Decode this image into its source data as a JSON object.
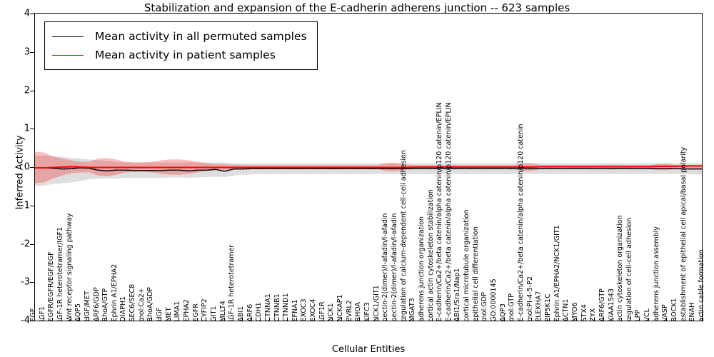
{
  "chart_data": {
    "type": "line",
    "title": "Stabilization and expansion of the E-cadherin adherens junction -- 623 samples",
    "xlabel": "Cellular Entities",
    "ylabel": "Inferred Activity",
    "ylim": [
      -4,
      4
    ],
    "yticks": [
      -4,
      -3,
      -2,
      -1,
      0,
      1,
      2,
      3,
      4
    ],
    "ytick_labels": [
      "-4",
      "-3",
      "-2",
      "-1",
      "0",
      "1",
      "2",
      "3",
      "4"
    ],
    "grid": false,
    "legend_position": "upper left",
    "sample_count": 623,
    "legend": [
      {
        "label": "Mean activity in all permuted samples",
        "color": "#000000"
      },
      {
        "label": "Mean activity in patient samples",
        "color": "#ff0000"
      }
    ],
    "categories": [
      "EGF",
      "IGF1",
      "EGFR/EGFR/EGF/EGF",
      "IGF-1R heterotetramer/IGF1",
      "Wnt receptor signaling pathway",
      "AQP5",
      "HGF/MET",
      "ARF6/GDP",
      "RhoA/GTP",
      "Ephrin A1/EPHA2",
      "DIAPH1",
      "SEC6/SEC8",
      "mol:Ca2+",
      "RhoA/GDP",
      "HGF",
      "MET",
      "LIMA1",
      "EPHA2",
      "EGFR",
      "CYFIP2",
      "GIT1",
      "MLLT4",
      "IGF-1R heterotetramer",
      "ABI1",
      "ARF6",
      "CDH1",
      "CTNNA1",
      "CTNNB1",
      "CTNND1",
      "EFNA1",
      "EXOC3",
      "EXOC4",
      "IGF1R",
      "NCK1",
      "NCKAP1",
      "PVRL2",
      "RHOA",
      "KIFC3",
      "NCK1/GIT1",
      "nectin-2(dimer)/l-afadin/l-afadin",
      "nectin-2(dimer)/l-afadin/l-afadin",
      "regulation of calcium-dependent cell-cell adhesion",
      "MGAT3",
      "adherens junction organization",
      "cortical actin cytoskeleton stabilization",
      "E-cadherin/Ca2+/beta catenin/alpha catenin/p120 catenin/EPLIN",
      "E-cadherin/Ca2+/beta catenin/alpha catenin/p120 catenin/EPLIN",
      "ABI1/Sra1/Nap1",
      "cortical microtubule organization",
      "epithelial cell differentiation",
      "mol:GDP",
      "GO:0000145",
      "AQP3",
      "mol:GTP",
      "E-cadherin/Ca2+/beta catenin/alpha catenin/p120 catenin",
      "mol:PI-4-5-P2",
      "PLEKHA7",
      "PIP5K1C",
      "Ephrin A1/EPHA2/NCK1/GIT1",
      "ACTN1",
      "MYO6",
      "STX4",
      "ZYX",
      "ARF6/GTP",
      "KIAA1543",
      "actin cytoskeleton organization",
      "regulation of cell-cell adhesion",
      "LPP",
      "VCL",
      "adherens junction assembly",
      "VASP",
      "ROCK1",
      "establishment of epithelial cell apical/basal polarity",
      "ENAH",
      "actin cable formation"
    ],
    "series": [
      {
        "name": "Mean activity in all permuted samples",
        "color": "#000000",
        "style": "dotted",
        "values": [
          -0.02,
          -0.02,
          -0.03,
          -0.05,
          -0.04,
          -0.02,
          -0.03,
          -0.08,
          -0.1,
          -0.08,
          -0.08,
          -0.09,
          -0.09,
          -0.09,
          -0.09,
          -0.08,
          -0.08,
          -0.1,
          -0.08,
          -0.08,
          -0.06,
          -0.11,
          -0.05,
          -0.05,
          -0.04,
          -0.04,
          -0.04,
          -0.04,
          -0.04,
          -0.04,
          -0.04,
          -0.04,
          -0.04,
          -0.04,
          -0.04,
          -0.04,
          -0.04,
          -0.04,
          -0.04,
          -0.04,
          -0.04,
          -0.04,
          -0.04,
          -0.04,
          -0.04,
          -0.04,
          -0.04,
          -0.04,
          -0.04,
          -0.04,
          -0.04,
          -0.04,
          -0.04,
          -0.04,
          -0.04,
          -0.04,
          -0.04,
          -0.04,
          -0.04,
          -0.04,
          -0.04,
          -0.04,
          -0.04,
          -0.04,
          -0.04,
          -0.04,
          -0.04,
          -0.04,
          -0.04,
          -0.04,
          -0.04,
          -0.04,
          -0.05,
          -0.05,
          -0.05
        ],
        "band_lower": [
          -0.5,
          -0.48,
          -0.44,
          -0.42,
          -0.4,
          -0.36,
          -0.32,
          -0.3,
          -0.3,
          -0.3,
          -0.28,
          -0.28,
          -0.28,
          -0.28,
          -0.28,
          -0.27,
          -0.27,
          -0.28,
          -0.27,
          -0.26,
          -0.25,
          -0.26,
          -0.22,
          -0.2,
          -0.19,
          -0.18,
          -0.18,
          -0.18,
          -0.18,
          -0.18,
          -0.18,
          -0.18,
          -0.18,
          -0.18,
          -0.18,
          -0.18,
          -0.18,
          -0.18,
          -0.18,
          -0.18,
          -0.18,
          -0.18,
          -0.18,
          -0.18,
          -0.18,
          -0.18,
          -0.18,
          -0.18,
          -0.18,
          -0.18,
          -0.18,
          -0.18,
          -0.18,
          -0.18,
          -0.18,
          -0.18,
          -0.18,
          -0.18,
          -0.18,
          -0.18,
          -0.18,
          -0.18,
          -0.18,
          -0.18,
          -0.18,
          -0.18,
          -0.18,
          -0.18,
          -0.18,
          -0.18,
          -0.18,
          -0.18,
          -0.19,
          -0.19,
          -0.19
        ],
        "band_upper": [
          0.3,
          0.3,
          0.28,
          0.26,
          0.24,
          0.22,
          0.2,
          0.18,
          0.16,
          0.14,
          0.12,
          0.12,
          0.12,
          0.12,
          0.12,
          0.12,
          0.12,
          0.12,
          0.12,
          0.12,
          0.12,
          0.12,
          0.1,
          0.1,
          0.1,
          0.1,
          0.1,
          0.1,
          0.1,
          0.1,
          0.1,
          0.1,
          0.1,
          0.1,
          0.1,
          0.1,
          0.1,
          0.1,
          0.1,
          0.1,
          0.1,
          0.1,
          0.1,
          0.1,
          0.1,
          0.1,
          0.1,
          0.1,
          0.1,
          0.1,
          0.1,
          0.1,
          0.1,
          0.1,
          0.1,
          0.1,
          0.1,
          0.1,
          0.1,
          0.1,
          0.1,
          0.1,
          0.1,
          0.1,
          0.1,
          0.1,
          0.1,
          0.1,
          0.1,
          0.1,
          0.1,
          0.1,
          0.1,
          0.1,
          0.1
        ]
      },
      {
        "name": "Mean activity in patient samples",
        "color": "#ff0000",
        "style": "solid",
        "values": [
          -0.02,
          -0.02,
          -0.01,
          0.0,
          0.01,
          0.0,
          -0.01,
          -0.01,
          -0.01,
          -0.01,
          -0.01,
          -0.01,
          -0.01,
          -0.01,
          -0.01,
          -0.01,
          -0.01,
          -0.01,
          -0.01,
          -0.01,
          -0.01,
          -0.01,
          -0.01,
          -0.01,
          -0.01,
          -0.01,
          -0.01,
          -0.01,
          -0.01,
          -0.01,
          -0.01,
          -0.01,
          -0.01,
          -0.01,
          -0.01,
          -0.01,
          -0.01,
          -0.01,
          -0.01,
          -0.01,
          -0.01,
          -0.01,
          0.0,
          0.0,
          0.0,
          0.0,
          0.0,
          0.0,
          0.0,
          0.0,
          0.0,
          0.0,
          0.0,
          0.0,
          0.0,
          0.0,
          0.01,
          0.01,
          0.01,
          0.01,
          0.01,
          0.01,
          0.01,
          0.01,
          0.01,
          0.01,
          0.01,
          0.01,
          0.01,
          0.02,
          0.02,
          0.02,
          0.03,
          0.03,
          0.03
        ],
        "band_lower": [
          -0.42,
          -0.4,
          -0.3,
          -0.22,
          -0.16,
          -0.14,
          -0.14,
          -0.22,
          -0.24,
          -0.2,
          -0.14,
          -0.12,
          -0.12,
          -0.14,
          -0.18,
          -0.2,
          -0.2,
          -0.18,
          -0.14,
          -0.1,
          -0.08,
          -0.07,
          -0.06,
          -0.05,
          -0.05,
          -0.05,
          -0.05,
          -0.05,
          -0.05,
          -0.05,
          -0.05,
          -0.05,
          -0.05,
          -0.05,
          -0.05,
          -0.05,
          -0.05,
          -0.05,
          -0.05,
          -0.11,
          -0.11,
          -0.07,
          -0.05,
          -0.05,
          -0.05,
          -0.05,
          -0.05,
          -0.05,
          -0.05,
          -0.05,
          -0.05,
          -0.05,
          -0.05,
          -0.05,
          -0.1,
          -0.1,
          -0.05,
          -0.05,
          -0.05,
          -0.05,
          -0.05,
          -0.05,
          -0.05,
          -0.05,
          -0.06,
          -0.05,
          -0.05,
          -0.05,
          -0.05,
          -0.08,
          -0.08,
          -0.05,
          -0.05,
          -0.05,
          -0.05
        ],
        "band_upper": [
          0.4,
          0.38,
          0.28,
          0.22,
          0.18,
          0.14,
          0.14,
          0.22,
          0.24,
          0.2,
          0.14,
          0.12,
          0.12,
          0.14,
          0.18,
          0.2,
          0.2,
          0.18,
          0.14,
          0.1,
          0.08,
          0.07,
          0.06,
          0.05,
          0.05,
          0.05,
          0.05,
          0.05,
          0.05,
          0.05,
          0.05,
          0.05,
          0.05,
          0.05,
          0.05,
          0.05,
          0.05,
          0.05,
          0.05,
          0.11,
          0.11,
          0.07,
          0.05,
          0.05,
          0.05,
          0.05,
          0.05,
          0.05,
          0.05,
          0.05,
          0.05,
          0.05,
          0.05,
          0.05,
          0.1,
          0.1,
          0.05,
          0.05,
          0.05,
          0.05,
          0.05,
          0.05,
          0.05,
          0.05,
          0.06,
          0.05,
          0.05,
          0.05,
          0.05,
          0.08,
          0.08,
          0.05,
          0.05,
          0.05,
          0.05
        ]
      }
    ]
  }
}
